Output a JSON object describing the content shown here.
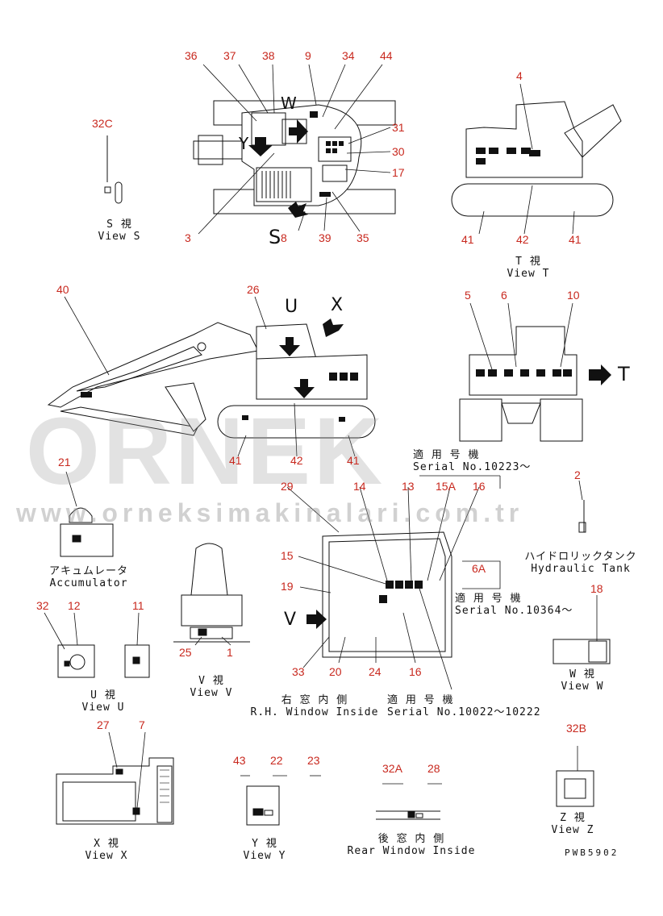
{
  "watermark": {
    "brand": "ORNEK",
    "url": "www.orneksimakinalari.com.tr"
  },
  "callouts": {
    "n1": "1",
    "n2": "2",
    "n3": "3",
    "n4": "4",
    "n5": "5",
    "n6": "6",
    "n6A": "6A",
    "n7": "7",
    "n8": "8",
    "n9": "9",
    "n10": "10",
    "n11": "11",
    "n12": "12",
    "n13": "13",
    "n14": "14",
    "n15": "15",
    "n15A": "15A",
    "n16a": "16",
    "n16b": "16",
    "n17": "17",
    "n18": "18",
    "n19": "19",
    "n20": "20",
    "n21": "21",
    "n22": "22",
    "n23": "23",
    "n24": "24",
    "n25": "25",
    "n26": "26",
    "n27": "27",
    "n28": "28",
    "n29": "29",
    "n30": "30",
    "n31": "31",
    "n32": "32",
    "n32A": "32A",
    "n32B": "32B",
    "n32C": "32C",
    "n33": "33",
    "n34": "34",
    "n35": "35",
    "n36": "36",
    "n37": "37",
    "n38": "38",
    "n39": "39",
    "n40": "40",
    "n41a": "41",
    "n41b": "41",
    "n41c": "41",
    "n41d": "41",
    "n42a": "42",
    "n42b": "42",
    "n43": "43",
    "n44": "44"
  },
  "view_letters": {
    "S": "S",
    "T": "T",
    "U": "U",
    "V": "V",
    "W": "W",
    "X": "X",
    "Y": "Y"
  },
  "captions": {
    "view_s": {
      "jp": "S 視",
      "en": "View S"
    },
    "view_t": {
      "jp": "T 視",
      "en": "View T"
    },
    "view_u": {
      "jp": "U 視",
      "en": "View U"
    },
    "view_v": {
      "jp": "V 視",
      "en": "View V"
    },
    "view_w": {
      "jp": "W 視",
      "en": "View W"
    },
    "view_x": {
      "jp": "X 視",
      "en": "View X"
    },
    "view_y": {
      "jp": "Y 視",
      "en": "View Y"
    },
    "view_z": {
      "jp": "Z 視",
      "en": "View Z"
    },
    "accumulator": {
      "jp": "アキュムレータ",
      "en": "Accumulator"
    },
    "hydraulic_tank": {
      "jp": "ハイドロリックタンク",
      "en": "Hydraulic Tank"
    },
    "rh_window": {
      "jp": "右 窓 内 側",
      "en": "R.H. Window Inside"
    },
    "rear_window": {
      "jp": "後 窓 内 側",
      "en": "Rear Window Inside"
    },
    "serial_1": {
      "jp": "適 用 号 機",
      "en": "Serial No.10223～"
    },
    "serial_2": {
      "jp": "適 用 号 機",
      "en": "Serial No.10364～"
    },
    "serial_3": {
      "jp": "適 用 号 機",
      "en": "Serial No.10022～10222"
    },
    "drawing_code": "PWB5902"
  },
  "colors": {
    "callout": "#c8281e",
    "line": "#111111",
    "watermark": "#9a9a9a"
  }
}
